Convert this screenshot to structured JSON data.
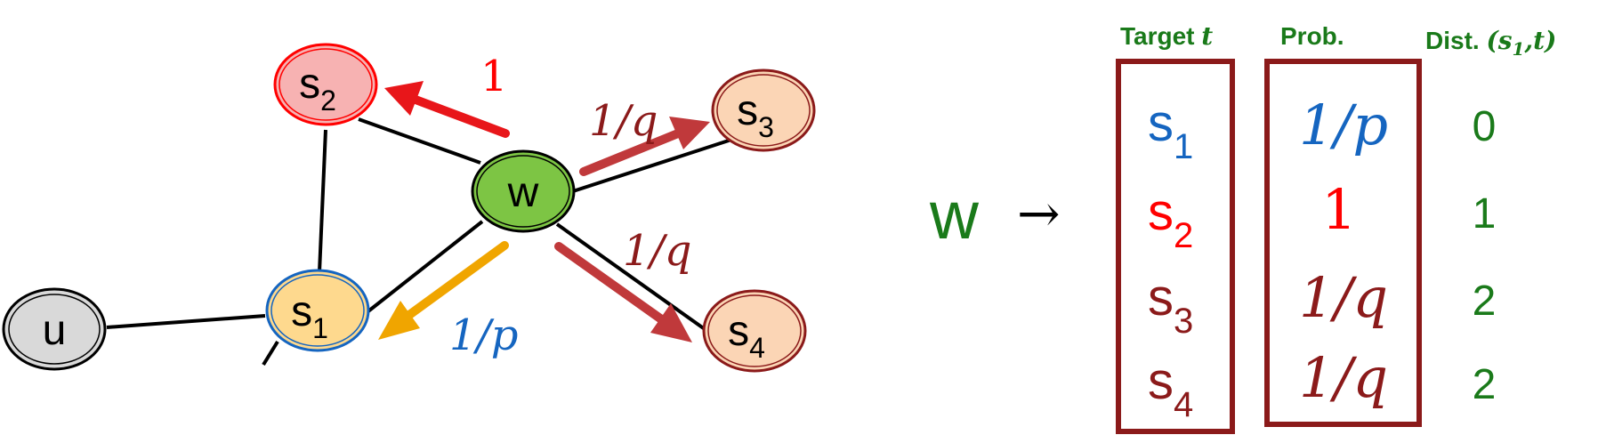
{
  "colors": {
    "blue": "#1565c0",
    "red": "#ff0000",
    "dark_red": "#8b1a1a",
    "green": "#1a7a1a",
    "orange_arrow": "#f0a500",
    "arrow_red": "#e00000",
    "arrow_brown": "#c0393b"
  },
  "graph": {
    "nodes": {
      "u": {
        "letter": "u",
        "sub": ""
      },
      "s1": {
        "letter": "s",
        "sub": "1"
      },
      "s2": {
        "letter": "s",
        "sub": "2"
      },
      "s3": {
        "letter": "s",
        "sub": "3"
      },
      "s4": {
        "letter": "s",
        "sub": "4"
      },
      "w": {
        "letter": "w",
        "sub": ""
      }
    },
    "arrow_labels": {
      "to_s2": "1",
      "to_s3": "1/q",
      "to_s4": "1/q",
      "to_s1": "1/p"
    }
  },
  "table": {
    "source_label": "w",
    "arrow_symbol": "→",
    "headers": {
      "target": "Target ",
      "target_var": "t",
      "prob": "Prob.",
      "dist": "Dist. ",
      "dist_formula": "(s",
      "dist_formula_sub": "1",
      "dist_formula_end": ",t)"
    },
    "rows": [
      {
        "target": "s",
        "target_sub": "1",
        "prob": "1/p",
        "dist": "0"
      },
      {
        "target": "s",
        "target_sub": "2",
        "prob": "1",
        "dist": "1"
      },
      {
        "target": "s",
        "target_sub": "3",
        "prob": "1/q",
        "dist": "2"
      },
      {
        "target": "s",
        "target_sub": "4",
        "prob": "1/q",
        "dist": "2"
      }
    ]
  }
}
